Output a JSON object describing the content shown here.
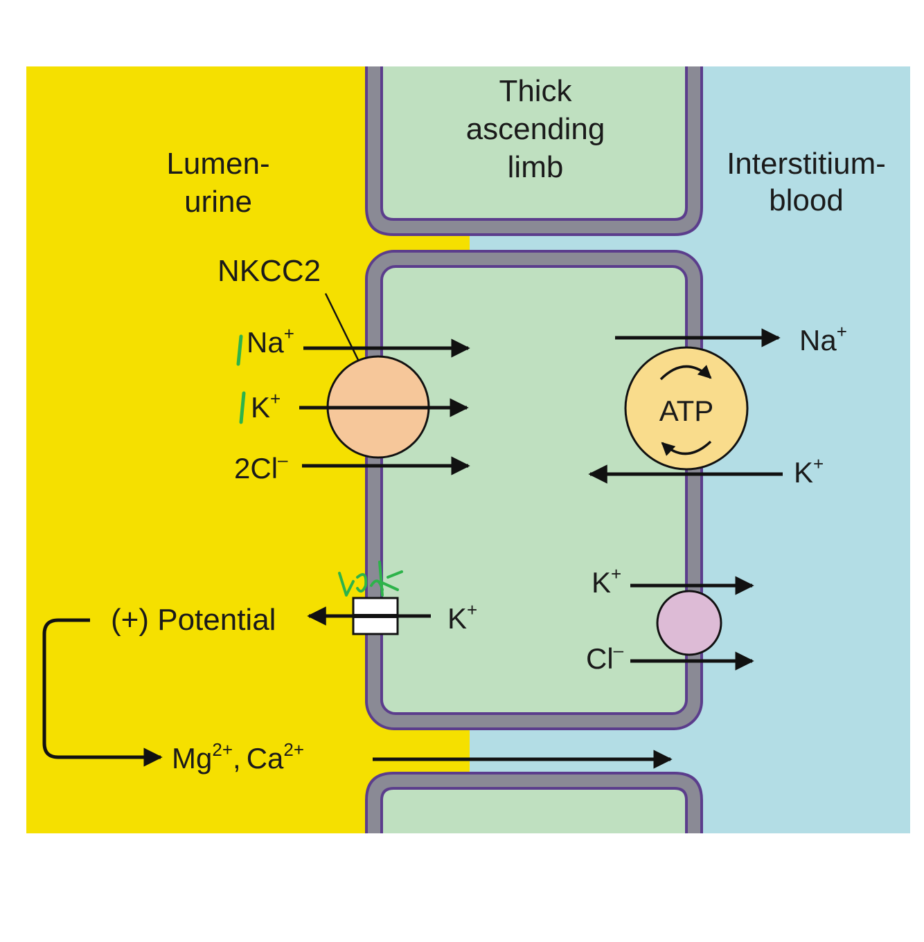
{
  "regions": {
    "lumen_line1": "Lumen-",
    "lumen_line2": "urine",
    "cell_line1": "Thick",
    "cell_line2": "ascending",
    "cell_line3": "limb",
    "interstitium_line1": "Interstitium-",
    "interstitium_line2": "blood"
  },
  "transporters": {
    "nkcc2_label": "NKCC2",
    "pump_label": "ATP"
  },
  "ions": {
    "na": "Na",
    "k": "K",
    "cl": "Cl",
    "two_cl": "2Cl",
    "plus": "+",
    "minus": "–",
    "mg": "Mg",
    "ca": "Ca",
    "two_plus": "2+",
    "comma": ","
  },
  "potential_label": "(+) Potential",
  "colors": {
    "lumen": "#f5e000",
    "interstitium": "#b3dde5",
    "cell": "#bfe0c0",
    "membrane": "#8a8a95",
    "membrane_edge": "#5b3d8c",
    "nkcc2": "#f6c79a",
    "pump": "#f9dc8c",
    "kcl_cotransporter": "#ddbbd6",
    "annotation": "#2db34a"
  }
}
